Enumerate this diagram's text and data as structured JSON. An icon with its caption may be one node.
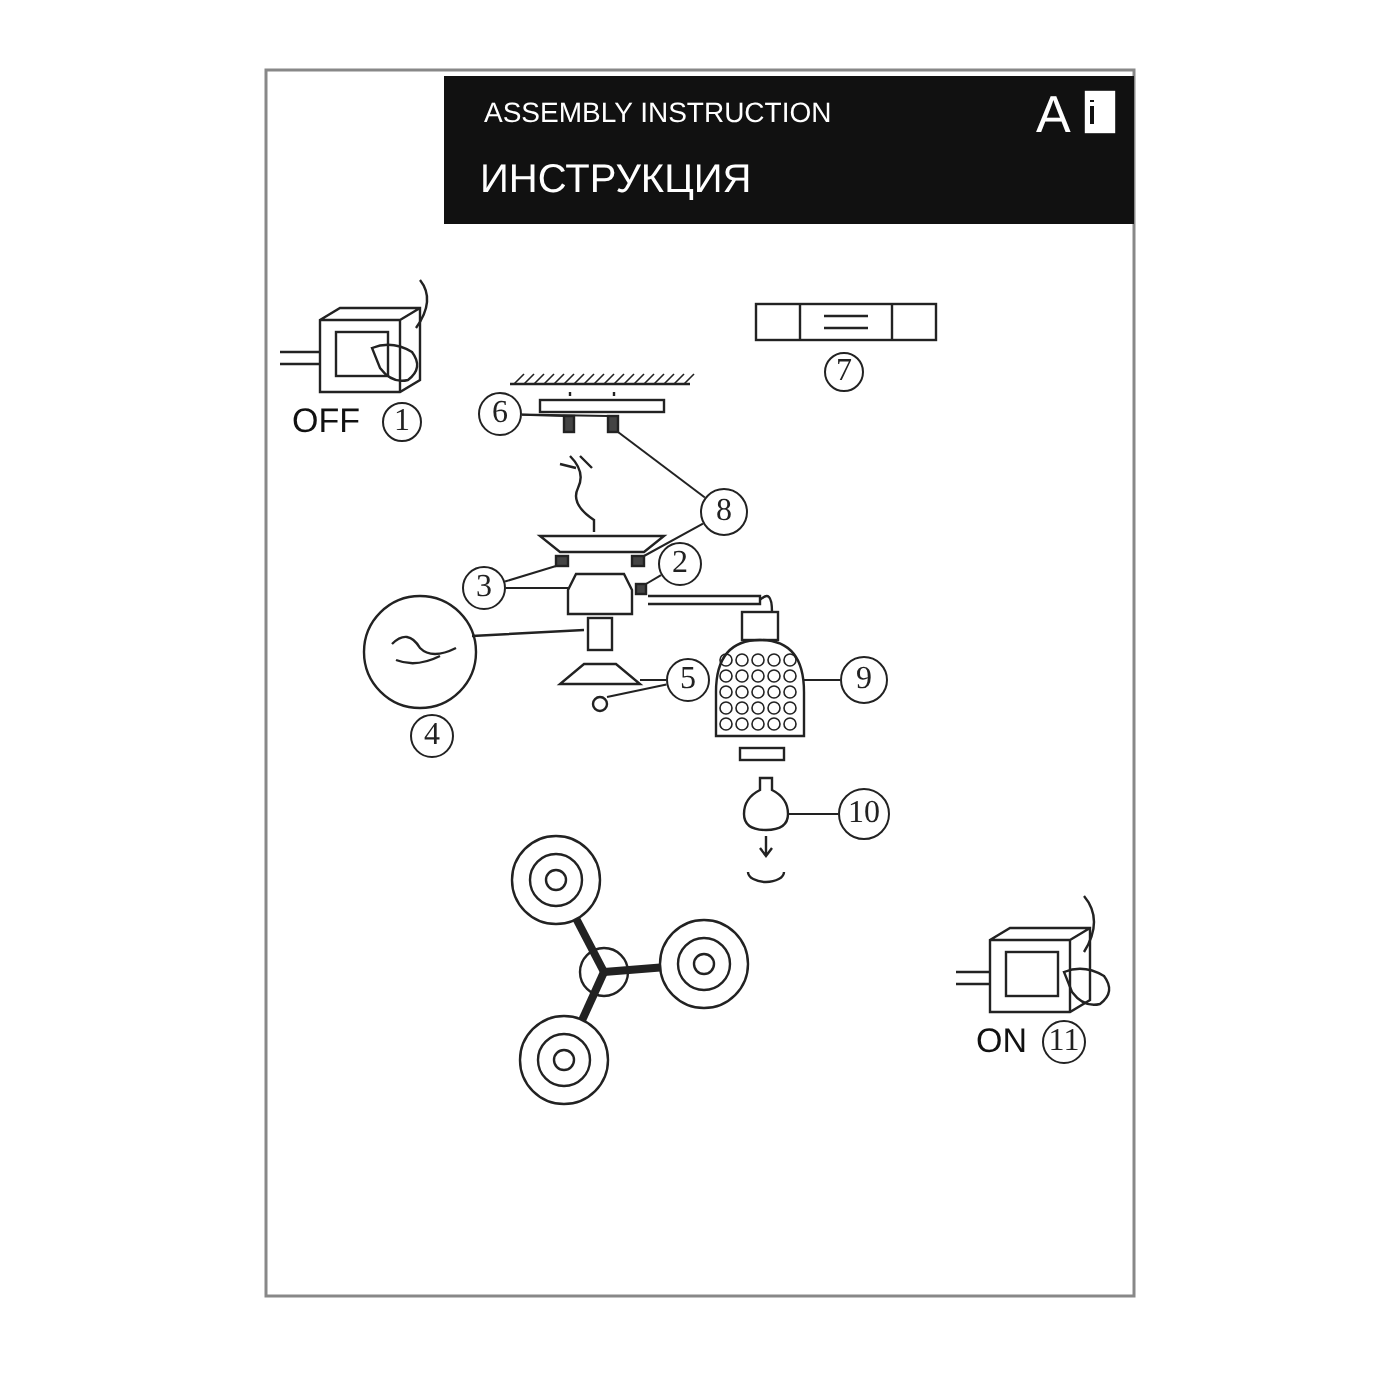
{
  "diagram": {
    "nodes": [
      {
        "text": [
          "6"
        ]
      },
      {
        "text": [
          "8"
        ]
      },
      {
        "text": [
          "3"
        ]
      },
      {
        "text": [
          "2"
        ]
      },
      {
        "text": [
          "5"
        ]
      },
      {
        "text": [
          "9"
        ]
      },
      {
        "text": [
          "10"
        ]
      },
      {
        "text": [
          "7"
        ]
      },
      {
        "text": [
          "1"
        ],
        "beside": [
          "OFF"
        ]
      },
      {
        "text": [
          "4"
        ]
      },
      {
        "text": [
          "11"
        ],
        "beside": [
          "ON"
        ]
      },
      {
        "text": [],
        "shape": "box"
      },
      {
        "text": [],
        "shape": "box"
      },
      {
        "text": [],
        "shape": "box"
      },
      {
        "text": [],
        "shape": "box"
      },
      {
        "text": [],
        "shape": "picture"
      },
      {
        "text": [],
        "shape": "box"
      },
      {
        "text": [],
        "shape": "picture"
      },
      {
        "text": [],
        "shape": "circle"
      },
      {
        "text": [],
        "shape": "picture"
      },
      {
        "text": [],
        "shape": "picture"
      }
    ],
    "edges": [
      {
        "from": 0,
        "to": 11,
        "arrow": "none"
      },
      {
        "from": 0,
        "to": 12,
        "arrow": "none"
      },
      {
        "from": 1,
        "to": 12,
        "arrow": "none"
      },
      {
        "from": 1,
        "to": 13,
        "arrow": "none"
      },
      {
        "from": 2,
        "to": 14,
        "arrow": "none"
      },
      {
        "from": 2,
        "to": 15,
        "arrow": "none"
      },
      {
        "from": 3,
        "to": 16,
        "arrow": "none"
      },
      {
        "from": 4,
        "to": 17,
        "arrow": "none"
      },
      {
        "from": 4,
        "to": 18,
        "arrow": "none"
      },
      {
        "from": 5,
        "to": 19,
        "arrow": "none"
      },
      {
        "from": 6,
        "to": 20,
        "arrow": "none"
      }
    ],
    "labels": [
      "ASSEMBLY INSTRUCTION",
      "A",
      "ИНСТРУКЦИЯ"
    ]
  }
}
